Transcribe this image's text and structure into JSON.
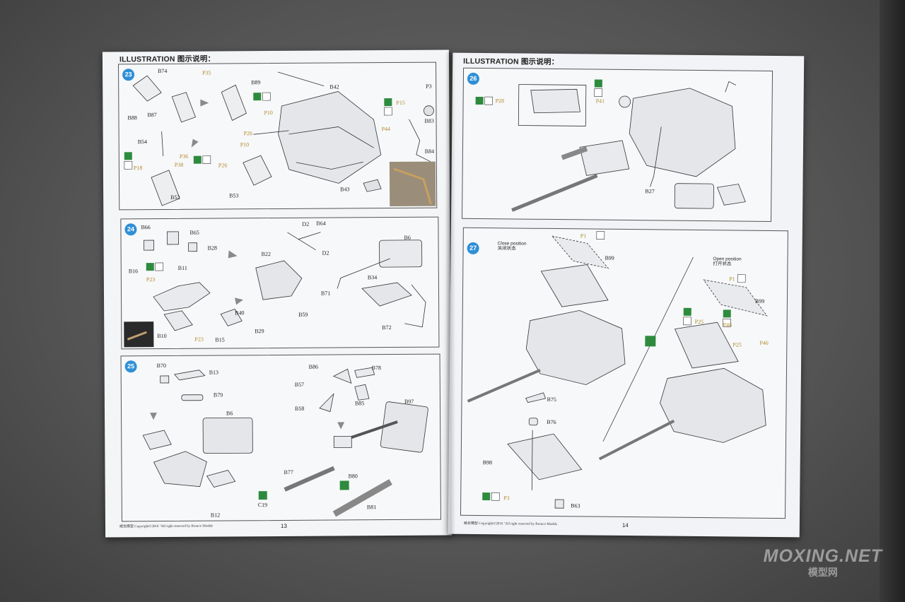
{
  "left_page": {
    "header": "ILLUSTRATION 图示说明：",
    "page_number": "13",
    "footer": "威龙模型  Copyright©2016  \"All right reserved by Bronco Models",
    "steps": [
      {
        "number": "23",
        "labels": [
          "B74",
          "B88",
          "B87",
          "P35",
          "B89",
          "B42",
          "P3",
          "P15",
          "B83",
          "P10",
          "P26",
          "P44",
          "B84",
          "B54",
          "P36",
          "P18",
          "P38",
          "P26",
          "P10",
          "B53",
          "B52",
          "B43"
        ]
      },
      {
        "number": "24",
        "labels": [
          "B66",
          "B65",
          "B28",
          "D2",
          "B64",
          "D2",
          "B6",
          "B22",
          "B34",
          "B16",
          "P23",
          "B11",
          "B71",
          "B40",
          "B59",
          "B72",
          "B10",
          "P23",
          "B15",
          "B29"
        ]
      },
      {
        "number": "25",
        "labels": [
          "B70",
          "B13",
          "B79",
          "B86",
          "B78",
          "B57",
          "B85",
          "B58",
          "B6",
          "B97",
          "B77",
          "B80",
          "B12",
          "C19",
          "B81"
        ]
      }
    ]
  },
  "right_page": {
    "header": "ILLUSTRATION 图示说明：",
    "page_number": "14",
    "footer": "威龙模型  Copyright©2016  \"All right reserved by Bronco Models",
    "steps": [
      {
        "number": "26",
        "labels": [
          "P28",
          "P41",
          "B27"
        ]
      },
      {
        "number": "27",
        "close_position": [
          "Close position",
          "关闭状态"
        ],
        "open_position": [
          "Open position",
          "打开状态"
        ],
        "labels": [
          "P1",
          "B99",
          "P1",
          "B99",
          "P25",
          "P46",
          "P25",
          "P46",
          "B75",
          "B76",
          "B98",
          "P3",
          "B63"
        ]
      }
    ]
  },
  "watermark": {
    "main": "MOXING.NET",
    "sub": "模型网"
  },
  "colors": {
    "step_badge": "#2f8fd6",
    "photo_etch_label": "#b08a2a",
    "glue_icon_green": "#2e8b3e"
  }
}
